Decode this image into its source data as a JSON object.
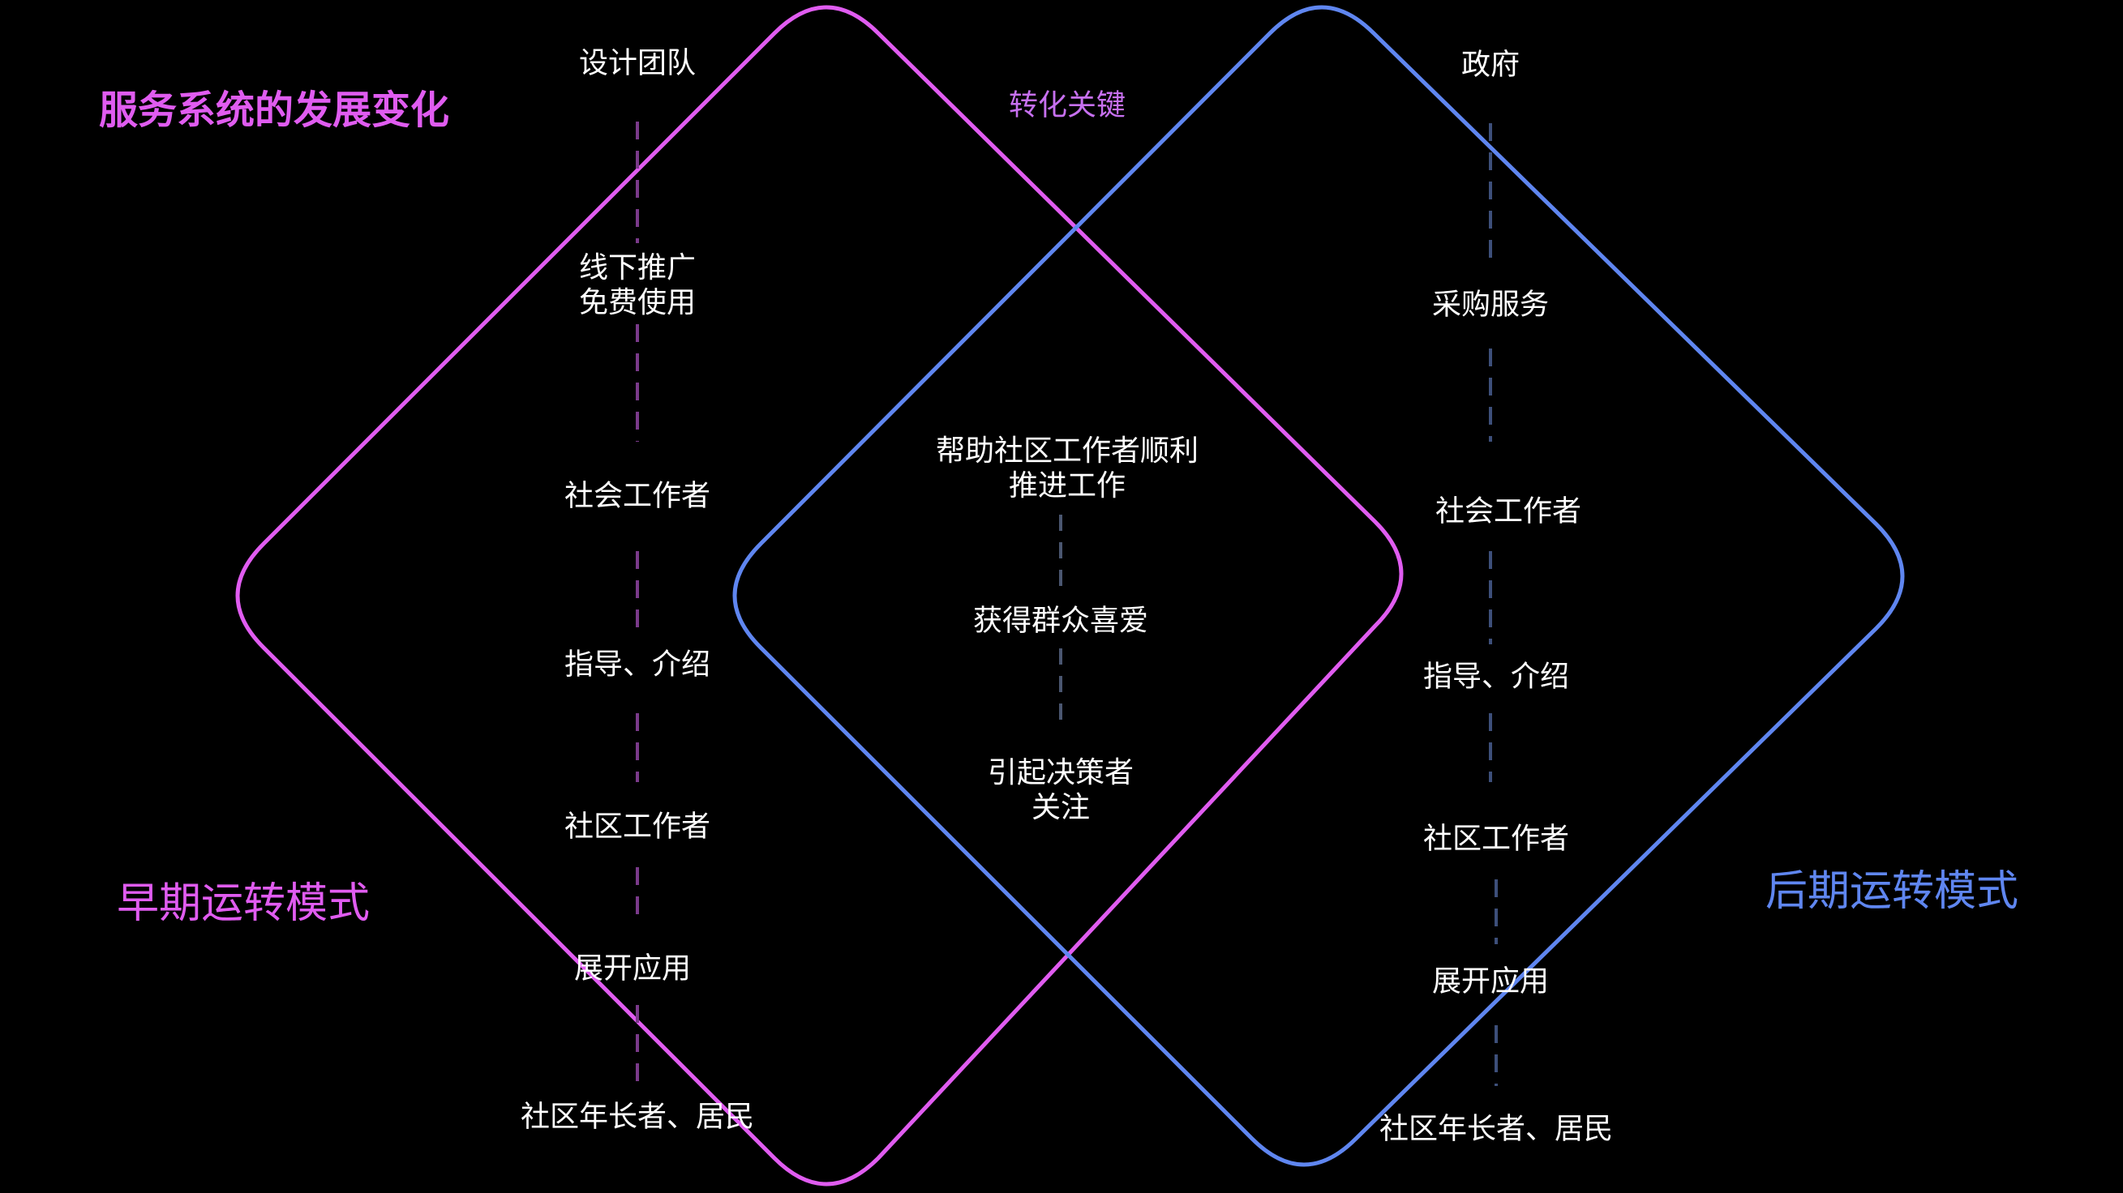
{
  "title": "服务系统的发展变化",
  "key_label": "转化关键",
  "early": {
    "label": "早期运转模式",
    "chain": [
      "设计团队",
      "线下推广\n免费使用",
      "社会工作者",
      "指导、介绍",
      "社区工作者",
      "展开应用",
      "社区年长者、居民"
    ]
  },
  "late": {
    "label": "后期运转模式",
    "chain": [
      "政府",
      "采购服务",
      "社会工作者",
      "指导、介绍",
      "社区工作者",
      "展开应用",
      "社区年长者、居民"
    ]
  },
  "center": {
    "chain": [
      "帮助社区工作者顺利\n推进工作",
      "获得群众喜爱",
      "引起决策者\n关注"
    ]
  },
  "colors": {
    "background": "#000000",
    "early": "#e05cf0",
    "late": "#5f86f0",
    "early_dash": "#7a3a8a",
    "late_dash": "#3d4f7a",
    "center_dash": "#4a5670",
    "text": "#ffffff"
  }
}
